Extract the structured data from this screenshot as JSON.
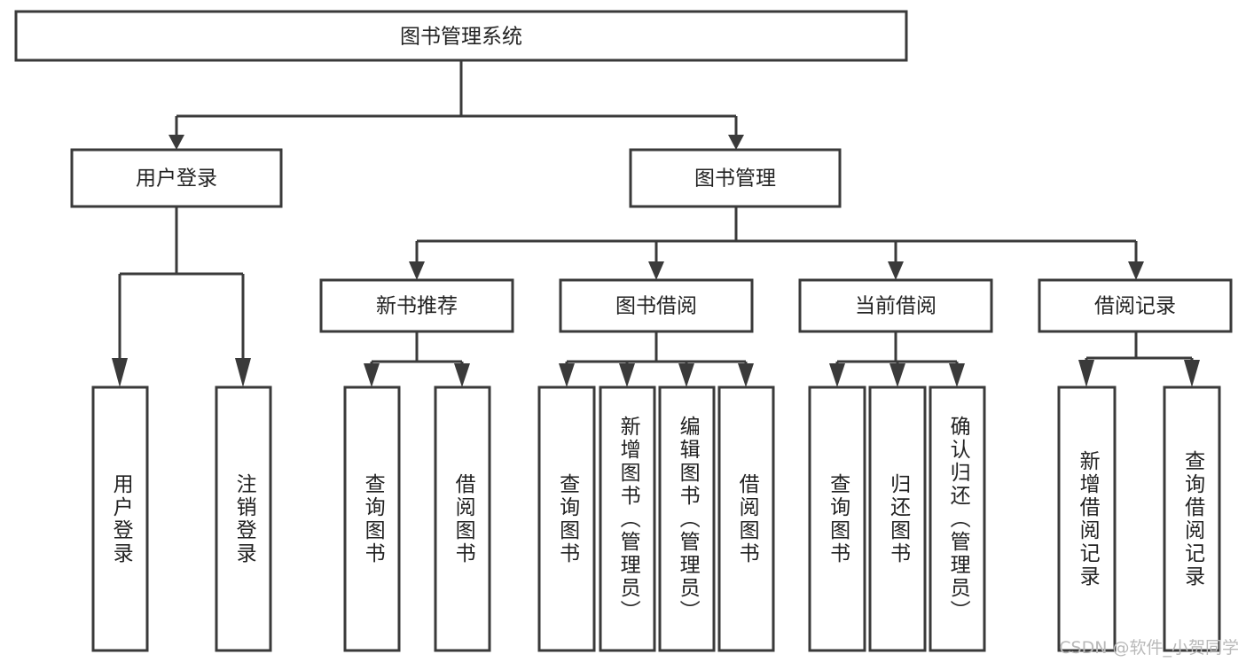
{
  "diagram": {
    "title": "图书管理系统",
    "type": "tree-hierarchy",
    "colors": {
      "stroke": "#3a3a3a",
      "fill": "#ffffff",
      "text": "#222222",
      "watermark": "#b9b9b9"
    },
    "root": {
      "label": "图书管理系统"
    },
    "level2": [
      {
        "label": "用户登录"
      },
      {
        "label": "图书管理"
      }
    ],
    "level3": [
      {
        "label": "新书推荐"
      },
      {
        "label": "图书借阅"
      },
      {
        "label": "当前借阅"
      },
      {
        "label": "借阅记录"
      }
    ],
    "leaves": {
      "user_login": [
        {
          "label": "用户登录"
        },
        {
          "label": "注销登录"
        }
      ],
      "new_book_recommend": [
        {
          "label": "查询图书"
        },
        {
          "label": "借阅图书"
        }
      ],
      "book_borrow": [
        {
          "label": "查询图书"
        },
        {
          "label": "新增图书（管理员）"
        },
        {
          "label": "编辑图书（管理员）"
        },
        {
          "label": "借阅图书"
        }
      ],
      "current_borrow": [
        {
          "label": "查询图书"
        },
        {
          "label": "归还图书"
        },
        {
          "label": "确认归还（管理员）"
        }
      ],
      "borrow_record": [
        {
          "label": "新增借阅记录"
        },
        {
          "label": "查询借阅记录"
        }
      ]
    }
  },
  "watermark": {
    "text": "CSDN @软件_小贺同学"
  }
}
